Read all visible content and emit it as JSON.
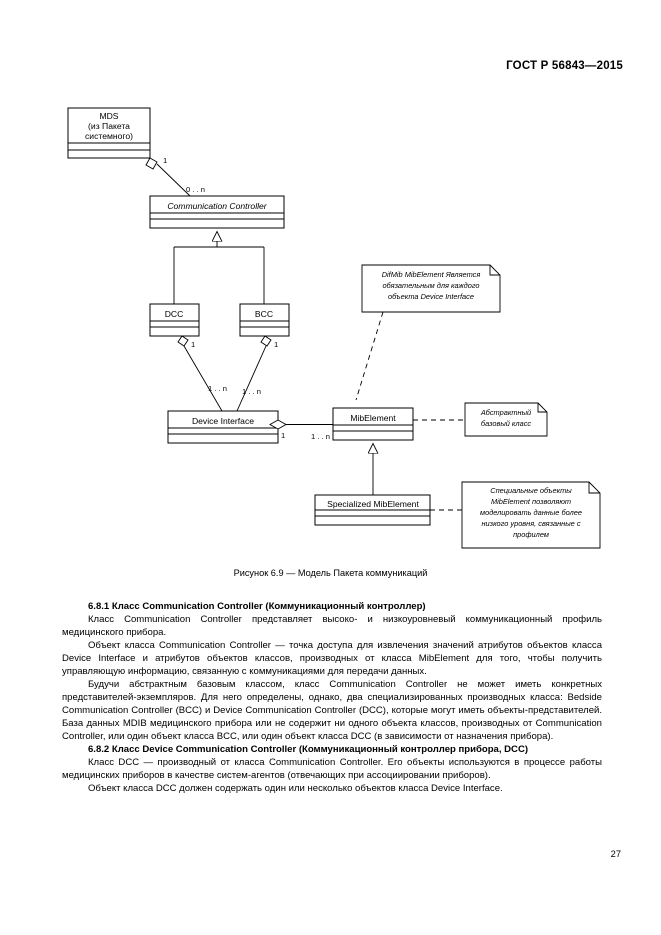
{
  "header": {
    "standard": "ГОСТ Р 56843—2015"
  },
  "diagram": {
    "classes": {
      "mds": {
        "name": "MDS",
        "sub1": "(из Пакета",
        "sub2": "системного)"
      },
      "communication_controller": {
        "name": "Communication Controller"
      },
      "dcc": {
        "name": "DCC"
      },
      "bcc": {
        "name": "BCC"
      },
      "device_interface": {
        "name": "Device Interface"
      },
      "mib_element": {
        "name": "MibElement"
      },
      "specialized_mib_element": {
        "name": "Specialized MibElement"
      }
    },
    "multiplicities": {
      "mds_end": "1",
      "cc_end": "0 . . n",
      "dcc_end": "1",
      "bcc_end": "1",
      "di_from_dcc": "1 . . n",
      "di_from_bcc": "1 . . n",
      "di_agg_end": "1",
      "mib_end": "1 . . n"
    },
    "notes": {
      "difmib": {
        "line1": "DifMib MibElement Является",
        "line2": "обязательным для каждого",
        "line3": "объекта Device Interface"
      },
      "abstract": {
        "line1": "Абстрактный",
        "line2": "базовый класс"
      },
      "special": {
        "line1": "Специальные объекты",
        "line2": "MibElement позволяют",
        "line3": "моделировать данные более",
        "line4": "низкого уровня, связанные с",
        "line5": "профилем"
      }
    }
  },
  "figure_caption": "Рисунок 6.9 — Модель Пакета коммуникаций",
  "body": {
    "heading_681": "6.8.1 Класс Communication Controller (Коммуникационный контроллер)",
    "para_1": "Класс Communication Controller представляет высоко- и низкоуровневый коммуникационный профиль медицинского прибора.",
    "para_2": "Объект класса Communication Controller — точка доступа для извлечения значений атрибутов объектов класса Device Interface и атрибутов объектов классов, производных от класса MibElement для того, чтобы получить управляющую информацию, связанную с коммуникациями для передачи данных.",
    "para_3": "Будучи абстрактным базовым классом, класс Communication Controller не может иметь конкретных представителей-экземпляров. Для него определены, однако, два специализированных производных класса: Bedside Communication Controller (BCC) и Device Communication Controller (DCC), которые могут иметь объекты-представителей. База данных MDIB медицинского прибора или не содержит ни одного объекта классов, производных от Communication Controller, или один объект класса BCC, или один объект класса DCC (в зависимости от назначения прибора).",
    "heading_682": "6.8.2 Класс Device Communication Controller (Коммуникационный контроллер прибора, DCC)",
    "para_4": "Класс DCC — производный от класса Communication Controller. Его объекты используются в процессе работы медицинских приборов в качестве систем-агентов (отвечающих при ассоциировании приборов).",
    "para_5": "Объект класса DCC должен содержать один или несколько объектов класса Device Interface."
  },
  "page_number": "27"
}
